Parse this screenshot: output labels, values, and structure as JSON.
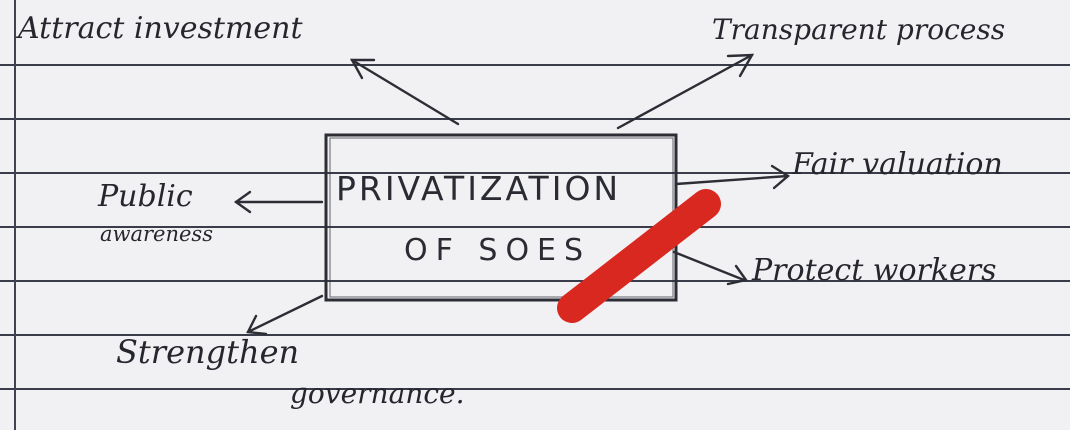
{
  "center": {
    "line1": "PRIVATIZATION",
    "line2": "OF SOES"
  },
  "branches": {
    "top_left": "Attract investment",
    "top_right": "Transparent process",
    "right_upper": "Fair valuation",
    "right_lower": "Protect workers",
    "left": {
      "line1": "Public",
      "line2": "awareness"
    },
    "bottom_left": {
      "line1": "Strengthen",
      "line2": "governance."
    }
  },
  "colors": {
    "ink": "#26272e",
    "paper": "#f1f1f4",
    "rule": "#3a3d49",
    "mark": "#d8281f"
  }
}
